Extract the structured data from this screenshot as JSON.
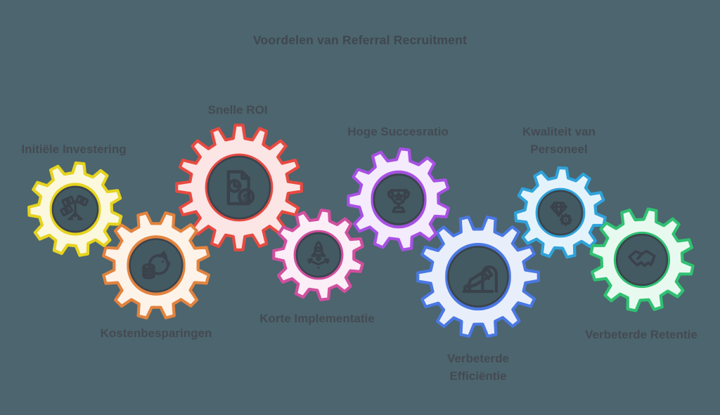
{
  "title": "Voordelen van Referral Recruitment",
  "colors": {
    "background": "#4c656e",
    "title_text": "#40474f",
    "label_text": "#444a52",
    "icon_stroke": "#3a424b",
    "inner_ring": "#3a434c"
  },
  "gears": [
    {
      "id": "initiele-investering",
      "label": "Initiële Investering",
      "icon": "money-tree-icon",
      "stroke": "#e6d31f",
      "fill": "#fbf8de"
    },
    {
      "id": "kostenbesparingen",
      "label": "Kostenbesparingen",
      "icon": "piggy-bank-savings-icon",
      "stroke": "#e2833f",
      "fill": "#fdf3e8"
    },
    {
      "id": "snelle-roi",
      "label": "Snelle ROI",
      "icon": "roi-document-icon",
      "stroke": "#e74a41",
      "fill": "#fbe5e5"
    },
    {
      "id": "korte-implementatie",
      "label": "Korte Implementatie",
      "icon": "rocket-launch-icon",
      "stroke": "#d14f9f",
      "fill": "#fbeef7"
    },
    {
      "id": "hoge-succesratio",
      "label": "Hoge Succesratio",
      "icon": "trophy-icon",
      "stroke": "#a751e3",
      "fill": "#f4ebfc"
    },
    {
      "id": "verbeterde-efficientie",
      "label": "Verbeterde Efficiëntie",
      "icon": "efficiency-writing-icon",
      "stroke": "#4a78e2",
      "fill": "#e9eefb"
    },
    {
      "id": "kwaliteit-van-personeel",
      "label": "Kwaliteit van Personeel",
      "icon": "diamond-gear-icon",
      "stroke": "#30a2da",
      "fill": "#e4f3fb"
    },
    {
      "id": "verbeterde-retentie",
      "label": "Verbeterde Retentie",
      "icon": "handshake-icon",
      "stroke": "#30c172",
      "fill": "#e8faf0"
    }
  ]
}
